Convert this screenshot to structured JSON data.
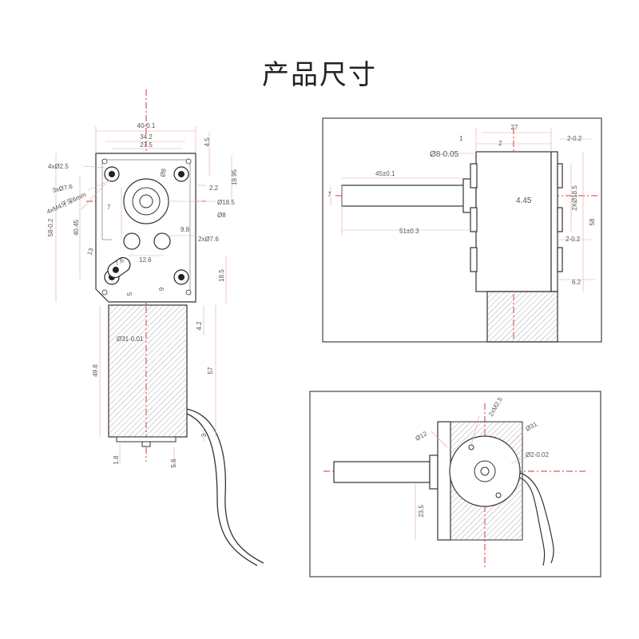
{
  "title": "产品尺寸",
  "left_view": {
    "labels": {
      "w40": "40-0.1",
      "w34": "34.2",
      "w27": "27.5",
      "h45": "4.5",
      "holes4": "4xØ2.5",
      "holes3": "3xØ7.6",
      "m4": "4xM4牙深6mm",
      "d8a": "Ø8",
      "d8b": "Ø8",
      "d185": "Ø18.5",
      "v2195": "19.95",
      "v22": "2.2",
      "v7": "7",
      "v58": "58-0.2",
      "v4045": "40.45",
      "v98": "9.8",
      "h276": "2xØ7.6",
      "v13": "13",
      "v126": "12.6",
      "v76": "7.6",
      "v185": "18.5",
      "v5": "5",
      "v9": "9",
      "d31": "Ø31-0.01",
      "v498": "49.8",
      "v42": "4.2",
      "v57": "57",
      "v3": "3",
      "v18": "1.8",
      "v56": "5.6"
    }
  },
  "top_right_view": {
    "labels": {
      "h27": "27",
      "h1": "1",
      "h2": "2",
      "h202a": "2-0.2",
      "d8": "Ø8-0.05",
      "h45": "45±0.1",
      "h7": "7",
      "h445": "4.45",
      "v2x185": "2XØ18.5",
      "v58": "58",
      "h51": "51±0.3",
      "h202b": "2-0.2",
      "h62": "6.2"
    }
  },
  "bottom_right_view": {
    "labels": {
      "m25": "2xM2.5",
      "d12": "Ø12",
      "d31": "Ø31",
      "d2": "Ø2-0.02",
      "v235": "23.5"
    }
  }
}
